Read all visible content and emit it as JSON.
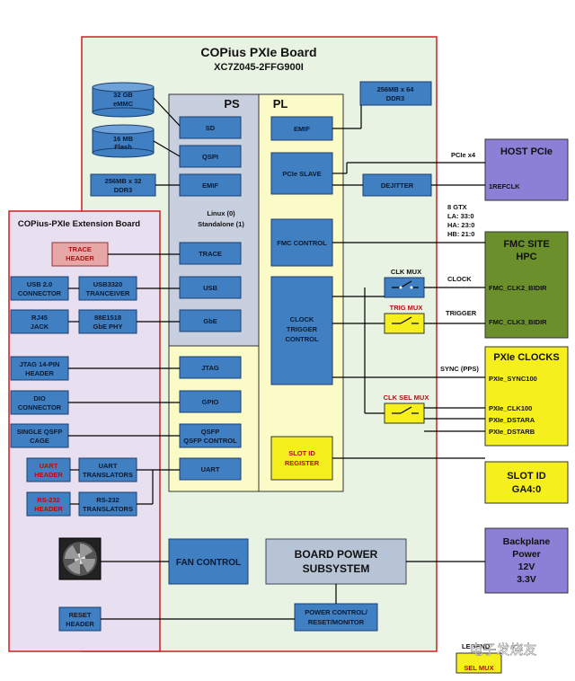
{
  "board": {
    "title": "COPius PXIe Board",
    "subtitle": "XC7Z045-2FFG900I"
  },
  "extension": {
    "title": "COPius-PXIe Extension Board"
  },
  "ps": {
    "title": "PS",
    "blocks": {
      "sd": "SD",
      "qspi": "QSPI",
      "emif": "EMIF",
      "trace": "TRACE",
      "usb": "USB",
      "gbe": "GbE",
      "jtag": "JTAG",
      "gpio": "GPIO",
      "qspi_ctrl": [
        "QSFP",
        "QSFP CONTROL"
      ],
      "uart": "UART"
    },
    "os": [
      "Linux (0)",
      "Standalone (1)"
    ]
  },
  "pl": {
    "title": "PL",
    "blocks": {
      "emif": "EMIF",
      "pcie_slave": "PCIe SLAVE",
      "fmc_control": "FMC CONTROL",
      "clock_trigger": [
        "CLOCK",
        "TRIGGER",
        "CONTROL"
      ],
      "slot_id": [
        "SLOT ID",
        "REGISTER"
      ],
      "dejitter": "DEJITTER"
    }
  },
  "memory": {
    "emmc": [
      "32 GB",
      "eMMC"
    ],
    "flash": [
      "16 MB",
      "Flash"
    ],
    "ddr3_ps": [
      "256MB x 32",
      "DDR3"
    ],
    "ddr3_pl": [
      "256MB x 64",
      "DDR3"
    ]
  },
  "extension_blocks": {
    "trace_header": [
      "TRACE",
      "HEADER"
    ],
    "usb_connector": [
      "USB 2.0",
      "CONNECTOR"
    ],
    "usb_transceiver": [
      "USB3320",
      "TRANCEIVER"
    ],
    "rj45": [
      "RJ45",
      "JACK"
    ],
    "gbe_phy": [
      "88E1518",
      "GbE PHY"
    ],
    "jtag_header": [
      "JTAG 14-PIN",
      "HEADER"
    ],
    "dio": [
      "DIO",
      "CONNECTOR"
    ],
    "qsfp_cage": [
      "SINGLE QSFP",
      "CAGE"
    ],
    "uart_header": [
      "UART",
      "HEADER"
    ],
    "uart_translators": [
      "UART",
      "TRANSLATORS"
    ],
    "rs232_header": [
      "RS-232",
      "HEADER"
    ],
    "rs232_translators": [
      "RS-232",
      "TRANSLATORS"
    ],
    "reset_header": [
      "RESET",
      "HEADER"
    ]
  },
  "bottom": {
    "fan_control": "FAN CONTROL",
    "power_subsystem": [
      "BOARD POWER",
      "SUBSYSTEM"
    ],
    "power_control": [
      "POWER CONTROL/",
      "RESET/MONITOR"
    ]
  },
  "muxes": {
    "clk": "CLK MUX",
    "trig": "TRIG MUX",
    "clk_sel": "CLK SEL MUX"
  },
  "signals": {
    "pcie": "PCIe x4",
    "gtx": [
      "8 GTX",
      "LA: 33:0",
      "HA: 23:0",
      "HB: 21:0"
    ],
    "clock": "CLOCK",
    "trigger": "TRIGGER",
    "sync": "SYNC (PPS)"
  },
  "right": {
    "host": {
      "title": "HOST PCIe",
      "pin": "1REFCLK"
    },
    "fmc": {
      "title": [
        "FMC SITE",
        "HPC"
      ],
      "pins": [
        "FMC_CLK2_BIDIR",
        "FMC_CLK3_BIDIR"
      ]
    },
    "pxie_clocks": {
      "title": "PXIe CLOCKS",
      "pins": [
        "PXIe_SYNC100",
        "PXIe_CLK100",
        "PXIe_DSTARA",
        "PXIe_DSTARB"
      ]
    },
    "slot_id": [
      "SLOT ID",
      "GA4:0"
    ],
    "backplane": [
      "Backplane",
      "Power",
      "12V",
      "3.3V"
    ]
  },
  "legend": {
    "title": "LEGEND",
    "item": "SEL MUX"
  },
  "watermark": "电子发烧友"
}
